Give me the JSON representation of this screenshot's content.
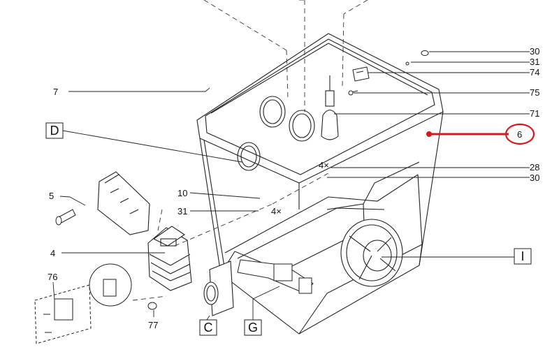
{
  "diagram": {
    "part_numbers": {
      "p30a": "30",
      "p31a": "31",
      "p74": "74",
      "p75": "75",
      "p7": "7",
      "p71": "71",
      "p6": "6",
      "p28": "28",
      "p30b": "30",
      "p10": "10",
      "p31b": "31",
      "p5": "5",
      "p4": "4",
      "p76": "76",
      "p77": "77"
    },
    "quantities": {
      "q_upper": "4×",
      "q_lower": "4×"
    },
    "box_labels": {
      "D": "D",
      "I": "I",
      "C": "C",
      "G": "G"
    },
    "highlight_color": "#d7191c"
  }
}
